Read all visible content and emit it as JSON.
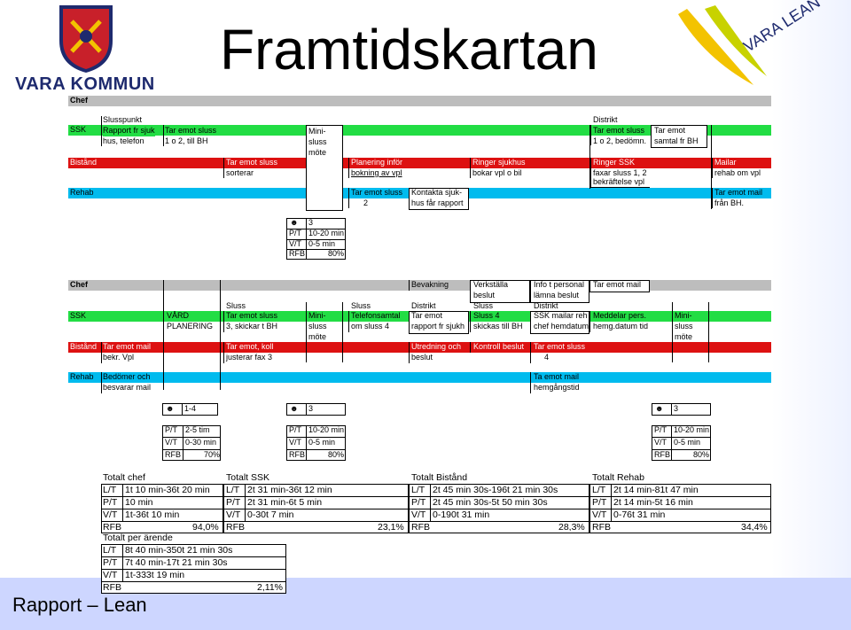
{
  "colors": {
    "green": "#22dd44",
    "red": "#dd1111",
    "cyan": "#00bbee",
    "gray": "#bdbdbd",
    "panel": "#ffffff",
    "footer_band": "#cdd6ff",
    "brand_red": "#c8202a",
    "brand_blue": "#1e2a6e"
  },
  "header": {
    "title": "Framtidskartan",
    "logo_left_text": "VARA KOMMUN",
    "logo_right_text": "VARA LEAN"
  },
  "lanes": {
    "chef": "Chef",
    "ssk": "SSK",
    "bistand": "Bistånd",
    "rehab": "Rehab"
  },
  "top": {
    "ssk_a": [
      "Slusspunkt",
      "Rapport fr sjuk",
      "hus, telefon"
    ],
    "ssk_b": [
      "Tar emot sluss",
      "1 o 2, till BH"
    ],
    "ssk_mini": [
      "Mini-",
      "sluss",
      "möte"
    ],
    "ssk_distrikt": [
      "Distrikt",
      "Tar emot sluss",
      "1 o 2, bedömn."
    ],
    "ssk_samtal": [
      "Tar emot",
      "samtal fr BH"
    ],
    "bis_sorterar": [
      "Tar emot sluss",
      "sorterar"
    ],
    "bis_planering": [
      "Planering inför",
      "bokning av vpl"
    ],
    "bis_ringer_sjukhus": [
      "Ringer sjukhus",
      "bokar vpl o bil"
    ],
    "bis_ringer_ssk": [
      "Ringer SSK",
      "faxar sluss 1, 2",
      "bekräftelse vpl"
    ],
    "bis_mailar": [
      "Mailar",
      "rehab om vpl"
    ],
    "reh_sluss2": [
      "Tar emot sluss",
      "2"
    ],
    "reh_kontakta": [
      "Kontakta sjuk-",
      "hus får rapport"
    ],
    "reh_mail": [
      "Tar emot mail",
      "från BH."
    ]
  },
  "metrics1": {
    "people": "3",
    "pt_k": "P/T",
    "pt_v": "10-20 min",
    "vt_k": "V/T",
    "vt_v": "0-5 min",
    "rfb_k": "RFB",
    "rfb_v": "80%"
  },
  "bottom": {
    "chef_bevakning": "Bevakning",
    "chef_verkstalla": [
      "Verkställa",
      "beslut"
    ],
    "chef_info": [
      "Info t personal",
      "lämna beslut"
    ],
    "chef_tar_mail": "Tar emot mail",
    "ssk_vard": [
      "VÅRD",
      "PLANERING"
    ],
    "ssk_sluss_a": [
      "Sluss",
      "Tar emot sluss",
      "3, skickar t BH"
    ],
    "ssk_mini_a": [
      "Mini-",
      "sluss",
      "möte"
    ],
    "ssk_tel": [
      "Sluss",
      "Telefonsamtal",
      "om sluss 4"
    ],
    "ssk_distrikt_a": [
      "Distrikt",
      "Tar emot",
      "rapport fr sjukh"
    ],
    "ssk_sluss4": [
      "Sluss",
      "Sluss 4",
      "skickas till BH"
    ],
    "ssk_distrikt_b": [
      "Distrikt",
      "SSK mailar reh",
      "chef hemdatum"
    ],
    "ssk_meddelar": [
      "Meddelar pers.",
      "hemg.datum tid"
    ],
    "ssk_mini_b": [
      "Mini-",
      "sluss",
      "möte"
    ],
    "bis_mail": [
      "Tar emot mail",
      "bekr. Vpl"
    ],
    "bis_koll": [
      "Tar emot, koll",
      "justerar fax 3"
    ],
    "bis_utredning": [
      "Utredning och",
      "beslut"
    ],
    "bis_kontroll": "Kontroll beslut",
    "bis_sluss4": [
      "Tar emot sluss",
      "4"
    ],
    "reh_bedomer": [
      "Bedömer och",
      "besvarar mail"
    ],
    "reh_ta_mail": [
      "Ta emot mail",
      "hemgångstid"
    ]
  },
  "metrics_row": [
    {
      "people": "1-4",
      "pt_k": "P/T",
      "pt_v": "2-5 tim",
      "vt_k": "V/T",
      "vt_v": "0-30 min",
      "rfb_k": "RFB",
      "rfb_v": "70%"
    },
    {
      "people": "3",
      "pt_k": "P/T",
      "pt_v": "10-20 min",
      "vt_k": "V/T",
      "vt_v": "0-5 min",
      "rfb_k": "RFB",
      "rfb_v": "80%"
    },
    {
      "people": "3",
      "pt_k": "P/T",
      "pt_v": "10-20 min",
      "vt_k": "V/T",
      "vt_v": "0-5 min",
      "rfb_k": "RFB",
      "rfb_v": "80%"
    }
  ],
  "totals": {
    "chef": {
      "title": "Totalt chef",
      "lt_k": "L/T",
      "lt": "1t 10 min-36t 20 min",
      "pt_k": "P/T",
      "pt": "10 min",
      "vt_k": "V/T",
      "vt": "1t-36t 10 min",
      "rfb_k": "RFB",
      "rfb": "94,0%"
    },
    "ssk": {
      "title": "Totalt SSK",
      "lt_k": "L/T",
      "lt": "2t 31 min-36t 12 min",
      "pt_k": "P/T",
      "pt": "2t 31 min-6t 5 min",
      "vt_k": "V/T",
      "vt": "0-30t 7 min",
      "rfb_k": "RFB",
      "rfb": "23,1%"
    },
    "bistand": {
      "title": "Totalt Bistånd",
      "lt_k": "L/T",
      "lt": "2t 45 min 30s-196t 21 min 30s",
      "pt_k": "P/T",
      "pt": "2t 45 min 30s-5t 50 min 30s",
      "vt_k": "V/T",
      "vt": "0-190t 31 min",
      "rfb_k": "RFB",
      "rfb": "28,3%"
    },
    "rehab": {
      "title": "Totalt Rehab",
      "lt_k": "L/T",
      "lt": "2t 14 min-81t 47 min",
      "pt_k": "P/T",
      "pt": "2t 14 min-5t 16 min",
      "vt_k": "V/T",
      "vt": "0-76t 31 min",
      "rfb_k": "RFB",
      "rfb": "34,4%"
    },
    "arende": {
      "title": "Totalt per ärende",
      "lt_k": "L/T",
      "lt": "8t 40 min-350t 21 min 30s",
      "pt_k": "P/T",
      "pt": "7t 40 min-17t 21 min 30s",
      "vt_k": "V/T",
      "vt": "1t-333t 19 min",
      "rfb_k": "RFB",
      "rfb": "2,11%"
    }
  },
  "footer": {
    "label": "Rapport – Lean"
  }
}
